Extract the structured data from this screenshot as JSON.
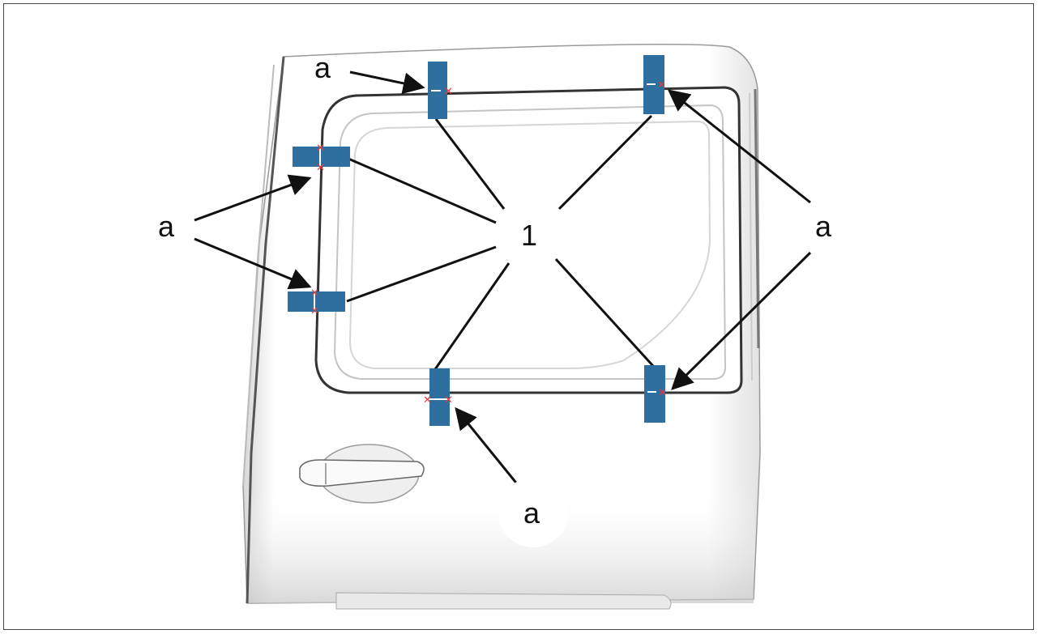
{
  "labels": {
    "part_number": "1",
    "marker": "a"
  },
  "tape_pieces": [
    {
      "name": "top-left-tape",
      "orientation": "vertical"
    },
    {
      "name": "top-right-tape",
      "orientation": "vertical"
    },
    {
      "name": "left-upper-tape",
      "orientation": "horizontal"
    },
    {
      "name": "left-lower-tape",
      "orientation": "horizontal"
    },
    {
      "name": "bottom-center-tape",
      "orientation": "vertical"
    },
    {
      "name": "bottom-right-tape",
      "orientation": "vertical"
    }
  ],
  "colors": {
    "tape": "#2f6f9f",
    "cut_mark": "#e53a3a",
    "outline": "#222222",
    "door_shading": "#cfcfcf"
  }
}
